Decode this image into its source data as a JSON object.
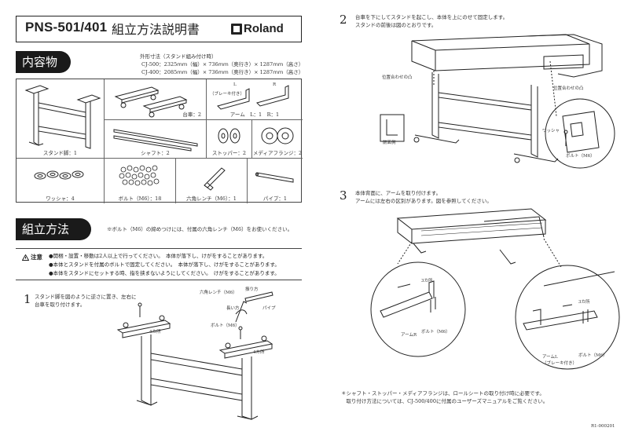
{
  "header": {
    "model": "PNS-501/401",
    "title": "組立方法説明書",
    "brand": "Roland"
  },
  "contents": {
    "heading": "内容物",
    "dims_title": "外形寸法（スタンド組み付け時）",
    "dims_line1": "CJ-500：2325ｍｍ（幅）× 736ｍｍ（奥行き）× 1287ｍｍ（高さ）",
    "dims_line2": "CJ-400：2085ｍｍ（幅）× 736ｍｍ（奥行き）× 1287ｍｍ（高さ）",
    "parts": [
      {
        "label": "スタンド脚：1"
      },
      {
        "label": "台車：2"
      },
      {
        "label": "アーム　L：1　R：1",
        "sub_brake": "（ブレーキ付き）",
        "sub_l": "L",
        "sub_r": "R"
      },
      {
        "label": "シャフト：2"
      },
      {
        "label": "ストッパー：2"
      },
      {
        "label": "メディアフランジ：2"
      },
      {
        "label": "ワッシャ：4"
      },
      {
        "label": "ボルト（M6）：18"
      },
      {
        "label": "六角レンチ（M6）：1"
      },
      {
        "label": "パイプ：1"
      }
    ]
  },
  "assembly": {
    "heading": "組立方法",
    "note": "※ボルト（M6）の締めつけには、付属の六角レンチ（M6）をお使いください。",
    "caution_label": "注意",
    "cautions": [
      "●開梱・設置・移動は2人以上で行ってください。　本体が落下し、けがをすることがあります。",
      "●本体とスタンドを付属のボルトで固定してください。　本体が落下し、けがをすることがあります。",
      "●本体をスタンドにセットする時、指を挟まないようにしてください。　けがをすることがあります。"
    ]
  },
  "steps": [
    {
      "num": "1",
      "text1": "スタンド脚を図のように逆さに置き、左右に",
      "text2": "台車を取り付けます。",
      "labels": {
        "wrench": "六角レンチ（M6）",
        "furikata": "振り方",
        "nagaikata": "長い方",
        "pipe": "パイプ",
        "bolt": "ボルト（M6）",
        "four_left": "4カ所",
        "four_right": "4カ所"
      }
    },
    {
      "num": "2",
      "text1": "台車を下にしてスタンドを起こし、本体を上にのせて固定します。",
      "text2": "スタンドの前後は図のとおりです。",
      "labels": {
        "align_left": "位置合わせの凸",
        "align_right": "位置合わせの凸",
        "front": "前面側",
        "washer": "ワッシャ",
        "bolt": "ボルト（M6）"
      }
    },
    {
      "num": "3",
      "text1": "本体背面に、アームを取り付けます。",
      "text2": "アームには左右の区別があります。図を参照してください。",
      "labels": {
        "three_top": "3カ所",
        "arm_r": "アームR",
        "bolt_r": "ボルト（M6）",
        "three_right": "3カ所",
        "arm_l": "アームL",
        "brake": "（ブレーキ付き）",
        "bolt_l": "ボルト（M6）"
      },
      "footer1": "＊シャフト・ストッパー・メディアフランジは、ロールシートの取り付け時に必要です。",
      "footer2": "　取り付け方法については、CJ-500/400に付属のユーザーズマニュアルをご覧ください。"
    }
  ],
  "doc_code": "R1-000201"
}
